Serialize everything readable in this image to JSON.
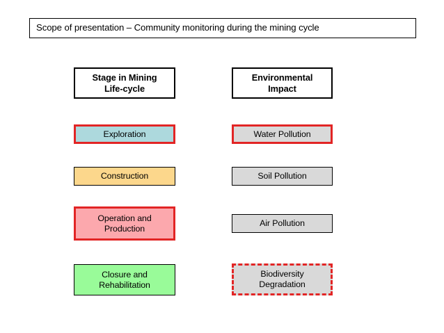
{
  "slide": {
    "title": "Scope of presentation – Community monitoring during the mining cycle",
    "background_color": "#FFFFFF"
  },
  "columns": [
    {
      "id": "stage-in-mining-life-cycle",
      "header": "Stage in Mining\nLife-cycle",
      "header_line1": "Stage in Mining",
      "header_line2": "Life-cycle",
      "items": [
        {
          "label": "Exploration",
          "label_line1": "Exploration",
          "label_line2": "",
          "fill_color": "#ADD9DD",
          "border_color": "#E22525",
          "border_style": "solid",
          "border_width": "3px",
          "highlighted": true
        },
        {
          "label": "Construction",
          "label_line1": "Construction",
          "label_line2": "",
          "fill_color": "#FCD78C",
          "border_color": "#000000",
          "border_style": "solid",
          "border_width": "1px",
          "highlighted": false
        },
        {
          "label": "Operation and Production",
          "label_line1": "Operation and",
          "label_line2": "Production",
          "fill_color": "#FCA8AD",
          "border_color": "#E22525",
          "border_style": "solid",
          "border_width": "3px",
          "highlighted": true
        },
        {
          "label": "Closure and Rehabilitation",
          "label_line1": "Closure and",
          "label_line2": "Rehabilitation",
          "fill_color": "#99FB99",
          "border_color": "#000000",
          "border_style": "solid",
          "border_width": "1px",
          "highlighted": false
        }
      ]
    },
    {
      "id": "environmental-impact",
      "header": "Environmental\nImpact",
      "header_line1": "Environmental",
      "header_line2": "Impact",
      "items": [
        {
          "label": "Water Pollution",
          "label_line1": "Water Pollution",
          "label_line2": "",
          "fill_color": "#D9D9D9",
          "border_color": "#E22525",
          "border_style": "solid",
          "border_width": "3px",
          "highlighted": true
        },
        {
          "label": "Soil Pollution",
          "label_line1": "Soil Pollution",
          "label_line2": "",
          "fill_color": "#D9D9D9",
          "border_color": "#000000",
          "border_style": "solid",
          "border_width": "1px",
          "highlighted": false
        },
        {
          "label": "Air Pollution",
          "label_line1": "Air Pollution",
          "label_line2": "",
          "fill_color": "#D9D9D9",
          "border_color": "#000000",
          "border_style": "solid",
          "border_width": "1px",
          "highlighted": false
        },
        {
          "label": "Biodiversity Degradation",
          "label_line1": "Biodiversity",
          "label_line2": "Degradation",
          "fill_color": "#D9D9D9",
          "border_color": "#E22525",
          "border_style": "dashed",
          "border_width": "3px",
          "highlighted": true
        }
      ]
    }
  ]
}
